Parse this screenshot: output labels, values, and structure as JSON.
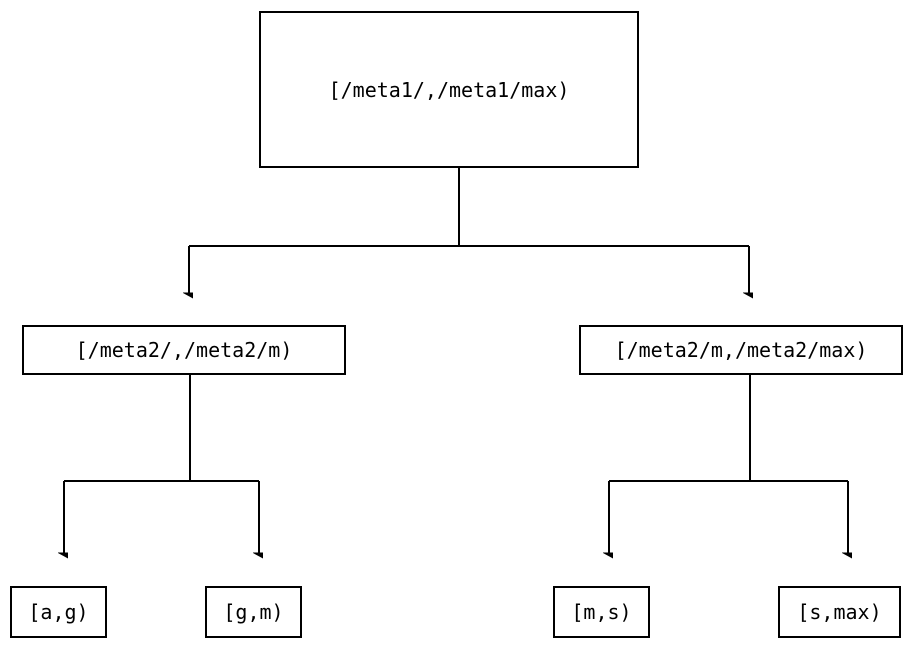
{
  "diagram": {
    "title": "interval-partition-tree",
    "background_color": "#ffffff",
    "stroke_color": "#000000",
    "text_color": "#000000",
    "nodes": {
      "root": {
        "label": "[/meta1/,/meta1/max)"
      },
      "mid_left": {
        "label": "[/meta2/,/meta2/m)"
      },
      "mid_right": {
        "label": "[/meta2/m,/meta2/max)"
      },
      "leaf_ag": {
        "label": "[a,g)"
      },
      "leaf_gm": {
        "label": "[g,m)"
      },
      "leaf_ms": {
        "label": "[m,s)"
      },
      "leaf_smax": {
        "label": "[s,max)"
      }
    },
    "edges": [
      {
        "from": "root",
        "to": "mid_left",
        "arrow": "down"
      },
      {
        "from": "root",
        "to": "mid_right",
        "arrow": "down"
      },
      {
        "from": "mid_left",
        "to": "leaf_ag",
        "arrow": "down"
      },
      {
        "from": "mid_left",
        "to": "leaf_gm",
        "arrow": "down"
      },
      {
        "from": "mid_right",
        "to": "leaf_ms",
        "arrow": "down"
      },
      {
        "from": "mid_right",
        "to": "leaf_smax",
        "arrow": "down"
      }
    ]
  }
}
